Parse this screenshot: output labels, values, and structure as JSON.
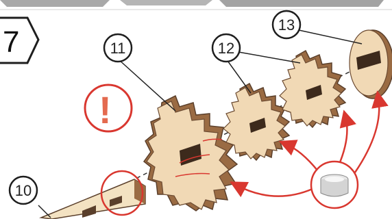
{
  "step": {
    "number": "7"
  },
  "callouts": [
    {
      "id": "callout-10",
      "label": "10"
    },
    {
      "id": "callout-11",
      "label": "11"
    },
    {
      "id": "callout-12",
      "label": "12"
    },
    {
      "id": "callout-13",
      "label": "13"
    }
  ],
  "warning": {
    "symbol": "!"
  },
  "colors": {
    "wood_face": "#f1d9b5",
    "wood_edge": "#9a6b43",
    "wood_dark": "#5a3f2b",
    "warning_red": "#d9372f",
    "arrow_red": "#d9372f",
    "outline": "#1e1e1e",
    "header_band": "#a9a9a9"
  },
  "icons": {
    "step_badge": "hexagon-step-icon",
    "warning": "exclamation-warning-icon",
    "glue": "tealight-glue-icon"
  }
}
